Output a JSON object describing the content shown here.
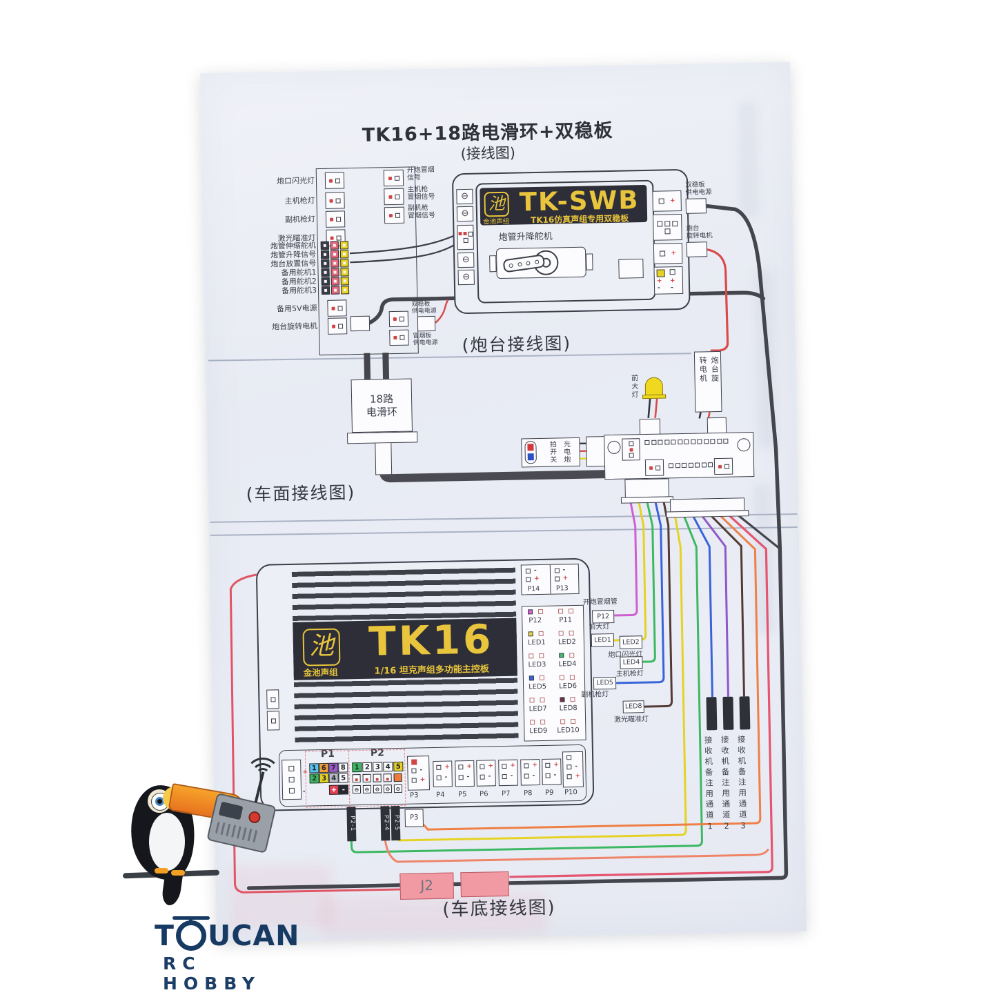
{
  "title": {
    "main": "TK16+18路电滑环+双稳板",
    "sub": "(接线图)"
  },
  "captions": {
    "turret": "(炮台接线图)",
    "deck": "(车面接线图)",
    "hull": "(车底接线图)"
  },
  "marks": {
    "plus": "+",
    "minus": "-"
  },
  "turret": {
    "left_labels": [
      "炮口闪光灯",
      "主机枪灯",
      "副机枪灯",
      "激光瞄准灯",
      "炮管伸缩舵机",
      "炮管升降信号",
      "炮台放置信号",
      "备用舵机1",
      "备用舵机2",
      "备用舵机3",
      "备用5V电源",
      "炮台旋转电机"
    ],
    "smoke_labels": [
      "开炮冒烟\n信号",
      "主机枪\n冒烟信号",
      "副机枪\n冒烟信号"
    ],
    "swb": {
      "logo_glyph": "池",
      "brand": "金池声组",
      "name": "TK-SWB",
      "subtitle": "TK16仿真声组专用双稳板",
      "servo": "炮管升降舵机"
    },
    "right_labels": {
      "power": "双稳板\n供电电源",
      "motor": "炮台\n旋转电机"
    },
    "below_labels": {
      "swb_power": "双稳板\n供电电源",
      "smoke_power": "冒烟板\n供电电源"
    },
    "slip_ring": "18路\n电滑环"
  },
  "deck": {
    "headlight": "前大灯",
    "motor_col_right": "炮台旋",
    "motor_col_left": "转电机",
    "switch_col_right": "光电炮",
    "switch_col_left": "拍开关"
  },
  "hull": {
    "board": {
      "logo_glyph": "池",
      "brand": "金池声组",
      "name": "TK16",
      "subtitle": "1/16 坦克声组多功能主控板"
    },
    "top_ports": [
      "P14",
      "P13"
    ],
    "grid": [
      "P12",
      "P11",
      "LED1",
      "LED2",
      "LED3",
      "LED4",
      "LED5",
      "LED6",
      "LED7",
      "LED8",
      "LED9",
      "LED10"
    ],
    "p1": {
      "label": "P1",
      "cells": [
        "1",
        "6",
        "7",
        "8",
        "2",
        "3",
        "4",
        "5"
      ]
    },
    "p2": {
      "label": "P2",
      "cells": [
        "1",
        "2",
        "3",
        "4",
        "5"
      ]
    },
    "bottom_ports": [
      "P3",
      "P4",
      "P5",
      "P6",
      "P7",
      "P8",
      "P9",
      "P10"
    ],
    "tags": [
      "P2-1",
      "P2-4",
      "P2-5"
    ],
    "p3_tag": "P3",
    "ext": [
      {
        "port": "P12",
        "label": "开炮冒烟管"
      },
      {
        "port": "LED1",
        "label": "前大灯"
      },
      {
        "port": "LED2",
        "label": "炮口闪光灯"
      },
      {
        "port": "LED4",
        "label": "主机枪灯"
      },
      {
        "port": "LED5",
        "label": "副机枪灯"
      },
      {
        "port": "LED8",
        "label": "激光瞄准灯"
      }
    ],
    "channels": [
      "接收机备注用通道1",
      "接收机备注用通道2",
      "接收机备注用通道3"
    ],
    "j2": "J2"
  },
  "watermark": {
    "brand_pre": "T",
    "brand_post": "UCAN",
    "sub": "RC HOBBY"
  },
  "colors": {
    "paper": "#eaedf5",
    "ink": "#3c3f4a",
    "banner": "#2e2e38",
    "brand_yellow": "#e8c53c",
    "wire_yellow": "#e6d223",
    "wire_magenta": "#cf5fd0",
    "wire_green": "#3cb862",
    "wire_blue": "#3a63d8",
    "wire_purple": "#8e58c8",
    "wire_brown": "#523a35",
    "wire_orange": "#ef7f45",
    "wire_crimson": "#e45570",
    "wire_salmon": "#ef8468",
    "wire_black": "#45454d",
    "wire_red": "#d94b4b",
    "pink_box": "#f29aa4"
  }
}
